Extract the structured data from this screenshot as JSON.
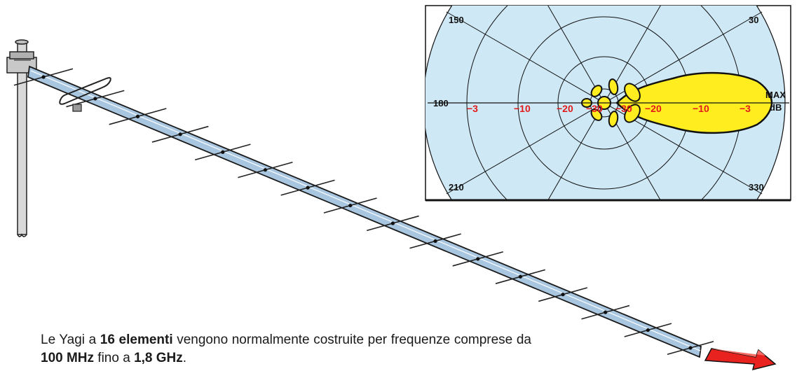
{
  "polar_diagram": {
    "angle_labels": [
      "150",
      "30",
      "180",
      "210",
      "330"
    ],
    "max_label": "MAX",
    "db_unit": "dB",
    "db_labels_left": [
      "−3",
      "−10",
      "−20",
      "−30"
    ],
    "db_labels_right": [
      "−30",
      "−20",
      "−10",
      "−3"
    ]
  },
  "caption": {
    "p1": "Le Yagi a ",
    "b1": "16 elementi",
    "p2": " vengono normalmente costruite per fre­quenze comprese da ",
    "b2": "100 MHz",
    "p3": " fino a ",
    "b3": "1,8 GHz",
    "p4": "."
  },
  "colors": {
    "boom": "#a9c6e0",
    "chart_bg": "#cfe8f6",
    "lobe": "#ffed1f",
    "db_labels": "#e21a1a",
    "arrow": "#e8231f"
  },
  "antenna": {
    "element_count": 16
  }
}
